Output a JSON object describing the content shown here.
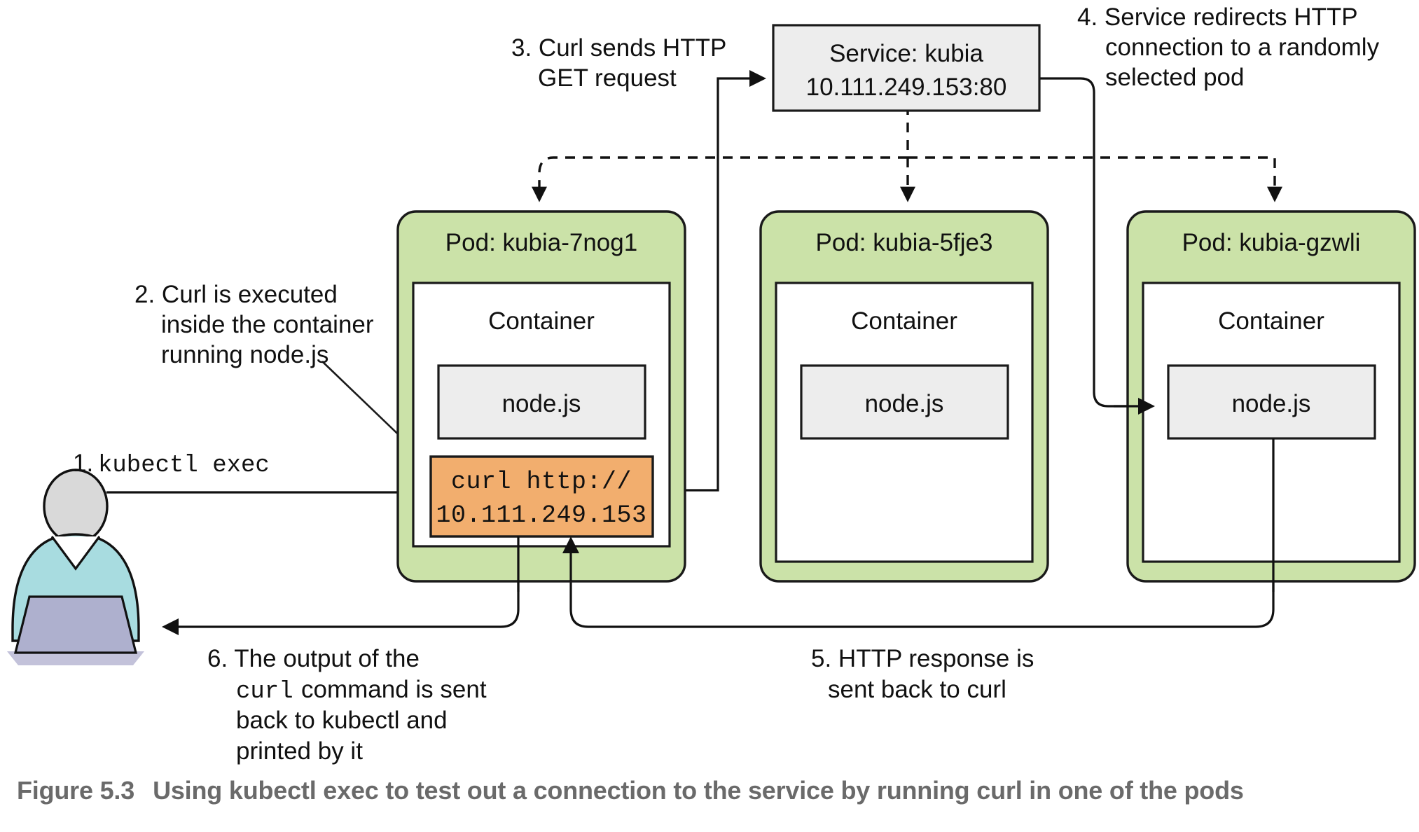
{
  "figure": {
    "number": "Figure 5.3",
    "caption": "Using kubectl exec to test out a connection to the service by running curl in one of the pods"
  },
  "service": {
    "title": "Service: kubia",
    "address": "10.111.249.153:80"
  },
  "pods": [
    {
      "title": "Pod: kubia-7nog1",
      "container_label": "Container",
      "app_label": "node.js",
      "command_line1": "curl http://",
      "command_line2": "10.111.249.153"
    },
    {
      "title": "Pod: kubia-5fje3",
      "container_label": "Container",
      "app_label": "node.js"
    },
    {
      "title": "Pod: kubia-gzwli",
      "container_label": "Container",
      "app_label": "node.js"
    }
  ],
  "annotations": {
    "step1": {
      "number": "1.",
      "command": "kubectl exec"
    },
    "step2": {
      "line1": "2. Curl is executed",
      "line2": "inside the container",
      "line3": "running node.js"
    },
    "step3": {
      "line1": "3. Curl sends HTTP",
      "line2": "GET request"
    },
    "step4": {
      "line1": "4. Service redirects HTTP",
      "line2": "connection to a randomly",
      "line3": "selected pod"
    },
    "step5": {
      "line1": "5. HTTP response is",
      "line2": "sent back to curl"
    },
    "step6": {
      "line1": "6. The output of the",
      "line2_mono": "curl",
      "line2_rest": "command is sent",
      "line3": "back to kubectl and",
      "line4": "printed by it"
    }
  },
  "colors": {
    "pod_fill": "#cbe2a8",
    "service_fill": "#ededed",
    "command_fill": "#f2ae6e",
    "app_fill": "#ededed",
    "stroke": "#111111",
    "person_body": "#a8dce0",
    "person_head": "#d9d9d9",
    "laptop": "#aeb0ce",
    "caption_color": "#6a6a6a"
  },
  "icons": {
    "person": "person-at-laptop-icon"
  }
}
